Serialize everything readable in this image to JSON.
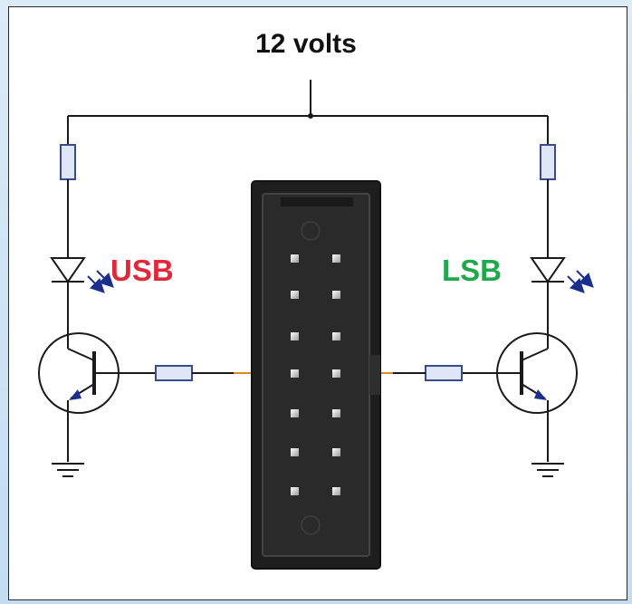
{
  "diagram": {
    "supply_label": "12 volts",
    "left_label": "USB",
    "right_label": "LSB"
  },
  "colors": {
    "wire": "#1a1a1a",
    "resistor_fill": "#dfe6f6",
    "resistor_stroke": "#3a4a8a",
    "arrow": "#1c2f8c",
    "usb_text": "#e0283a",
    "lsb_text": "#22a84c",
    "signal_wire": "#d98a2a",
    "connector_body": "#222222",
    "pin": "#e8e8e8"
  },
  "icons": [
    "resistor-icon",
    "led-icon",
    "npn-transistor-icon",
    "ground-icon",
    "idc-header-icon"
  ]
}
